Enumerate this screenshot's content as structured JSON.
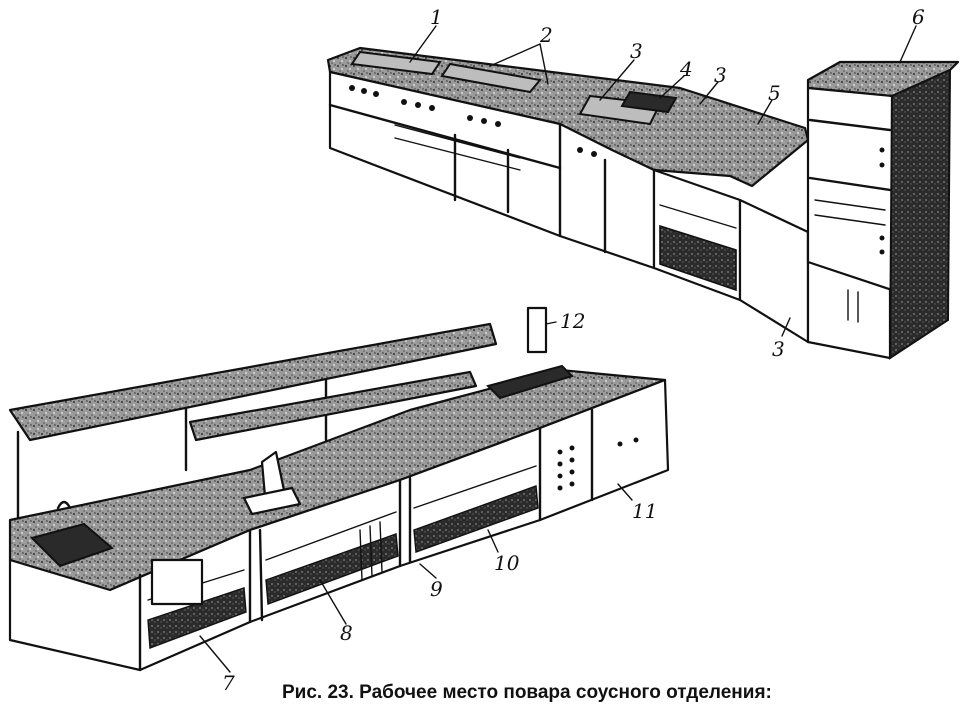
{
  "caption": "Рис. 23. Рабочее место повара соусного отделения:",
  "callouts": [
    "1",
    "2",
    "3",
    "4",
    "3",
    "5",
    "6",
    "3",
    "12",
    "11",
    "10",
    "9",
    "8",
    "7"
  ]
}
